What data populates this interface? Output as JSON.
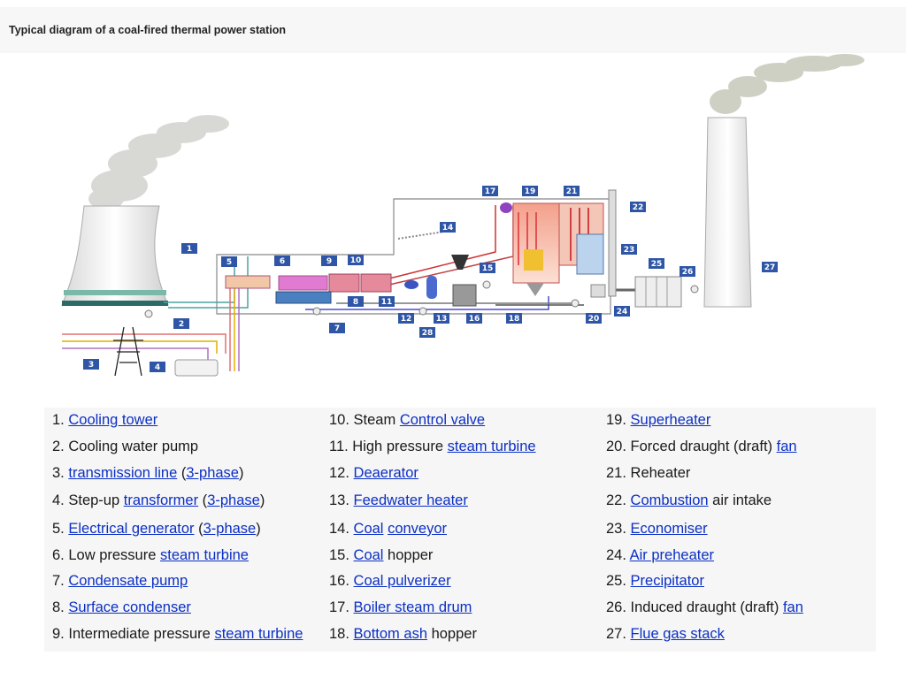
{
  "title": "Typical diagram of a coal-fired thermal power station",
  "labels": [
    "1",
    "2",
    "3",
    "4",
    "5",
    "6",
    "7",
    "8",
    "9",
    "10",
    "11",
    "12",
    "13",
    "14",
    "15",
    "16",
    "17",
    "18",
    "19",
    "20",
    "21",
    "22",
    "23",
    "24",
    "25",
    "26",
    "27",
    "28"
  ],
  "legend": [
    {
      "num": "1. ",
      "parts": [
        {
          "t": "Cooling tower",
          "l": true
        }
      ]
    },
    {
      "num": "2. ",
      "parts": [
        {
          "t": "Cooling water pump",
          "l": false
        }
      ]
    },
    {
      "num": "3. ",
      "parts": [
        {
          "t": "transmission line",
          "l": true
        },
        {
          "t": " (",
          "l": false
        },
        {
          "t": "3-phase",
          "l": true
        },
        {
          "t": ")",
          "l": false
        }
      ]
    },
    {
      "num": "4. ",
      "parts": [
        {
          "t": "Step-up ",
          "l": false
        },
        {
          "t": "transformer",
          "l": true
        },
        {
          "t": " (",
          "l": false
        },
        {
          "t": "3-phase",
          "l": true
        },
        {
          "t": ")",
          "l": false
        }
      ]
    },
    {
      "num": "5. ",
      "parts": [
        {
          "t": "Electrical generator",
          "l": true
        },
        {
          "t": " (",
          "l": false
        },
        {
          "t": "3-phase",
          "l": true
        },
        {
          "t": ")",
          "l": false
        }
      ]
    },
    {
      "num": "6. ",
      "parts": [
        {
          "t": "Low pressure ",
          "l": false
        },
        {
          "t": "steam turbine",
          "l": true
        }
      ]
    },
    {
      "num": "7. ",
      "parts": [
        {
          "t": "Condensate pump",
          "l": true
        }
      ]
    },
    {
      "num": "8. ",
      "parts": [
        {
          "t": "Surface condenser",
          "l": true
        }
      ]
    },
    {
      "num": "9. ",
      "parts": [
        {
          "t": "Intermediate pressure ",
          "l": false
        },
        {
          "t": "steam turbine",
          "l": true
        }
      ]
    },
    {
      "num": "10. ",
      "parts": [
        {
          "t": "Steam ",
          "l": false
        },
        {
          "t": "Control valve",
          "l": true
        }
      ]
    },
    {
      "num": "11. ",
      "parts": [
        {
          "t": "High pressure ",
          "l": false
        },
        {
          "t": "steam turbine",
          "l": true
        }
      ]
    },
    {
      "num": "12. ",
      "parts": [
        {
          "t": "Deaerator",
          "l": true
        }
      ]
    },
    {
      "num": "13. ",
      "parts": [
        {
          "t": "Feedwater heater",
          "l": true
        }
      ]
    },
    {
      "num": "14. ",
      "parts": [
        {
          "t": "Coal",
          "l": true
        },
        {
          "t": " ",
          "l": false
        },
        {
          "t": "conveyor",
          "l": true
        }
      ]
    },
    {
      "num": "15. ",
      "parts": [
        {
          "t": "Coal",
          "l": true
        },
        {
          "t": " hopper",
          "l": false
        }
      ]
    },
    {
      "num": "16. ",
      "parts": [
        {
          "t": "Coal pulverizer",
          "l": true
        }
      ]
    },
    {
      "num": "17. ",
      "parts": [
        {
          "t": "Boiler steam drum",
          "l": true
        }
      ]
    },
    {
      "num": "18. ",
      "parts": [
        {
          "t": "Bottom ash",
          "l": true
        },
        {
          "t": " hopper",
          "l": false
        }
      ]
    },
    {
      "num": "19. ",
      "parts": [
        {
          "t": "Superheater",
          "l": true
        }
      ]
    },
    {
      "num": "20. ",
      "parts": [
        {
          "t": "Forced draught (draft) ",
          "l": false
        },
        {
          "t": "fan",
          "l": true
        }
      ]
    },
    {
      "num": "21. ",
      "parts": [
        {
          "t": "Reheater",
          "l": false
        }
      ]
    },
    {
      "num": "22. ",
      "parts": [
        {
          "t": "Combustion",
          "l": true
        },
        {
          "t": " air intake",
          "l": false
        }
      ]
    },
    {
      "num": "23. ",
      "parts": [
        {
          "t": "Economiser",
          "l": true
        }
      ]
    },
    {
      "num": "24. ",
      "parts": [
        {
          "t": "Air preheater",
          "l": true
        }
      ]
    },
    {
      "num": "25. ",
      "parts": [
        {
          "t": "Precipitator",
          "l": true
        }
      ]
    },
    {
      "num": "26. ",
      "parts": [
        {
          "t": "Induced draught (draft) ",
          "l": false
        },
        {
          "t": "fan",
          "l": true
        }
      ]
    },
    {
      "num": "27. ",
      "parts": [
        {
          "t": "Flue gas stack",
          "l": true
        }
      ]
    }
  ]
}
